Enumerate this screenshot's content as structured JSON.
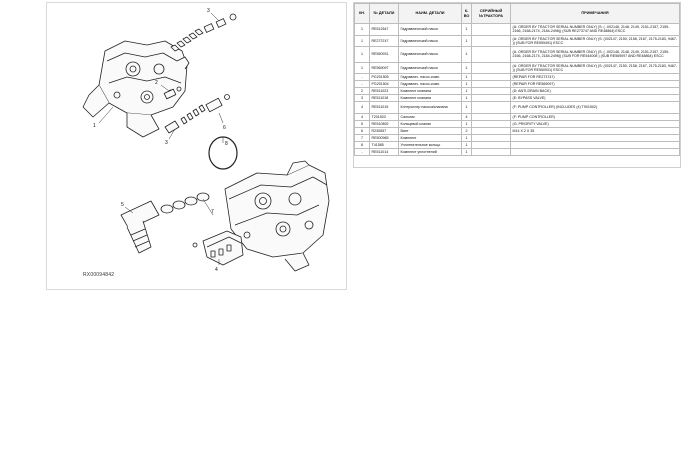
{
  "figure": {
    "id": "RX00094842"
  },
  "callouts": [
    "1",
    "2",
    "3",
    "4",
    "5",
    "6",
    "7",
    "8"
  ],
  "table": {
    "headers": [
      "КН.",
      "№ ДЕТАЛИ",
      "НАИМ. ДЕТАЛИ",
      "К-ВО",
      "СЕРИЙНЫЙ №ТРАКТОРА",
      "ПРИМЕЧАНИЯ"
    ],
    "rows": [
      {
        "key": "1",
        "part": "RE512647",
        "name": "Гидравлический насос",
        "qty": "1",
        "serial": "",
        "notes": "(A: ORDER BY TRACTOR SERIAL NUMBER ONLY) (S: ( -002146, 2148, 2149, 2151-2157, 2159-2166, 2168-2174, 2184-2496)) (SUB RE273747 AND RE48864) ESCC"
      },
      {
        "key": "1",
        "part": "RE273747",
        "name": "Гидравлический насос",
        "qty": "1",
        "serial": "",
        "notes": "(A: ORDER BY TRACTOR SERIAL NUMBER ONLY) (S: (002147, 2150, 2158, 2167, 2175-2183, 9467- )) (SUB FOR RE559491) ESCC"
      },
      {
        "key": "1",
        "part": "RE550931",
        "name": "Гидравлический насос",
        "qty": "1",
        "serial": "",
        "notes": "(A: ORDER BY TRACTOR SERIAL NUMBER ONLY) (S: ( -002146, 2148, 2149, 2151-2157, 2159-2166, 2168-2174, 2184-2496)) (SUB FOR RE544008 ) (SUB RE569097 AND RE48864) ESCC"
      },
      {
        "key": "1",
        "part": "RE569097",
        "name": "Гидравлический насос",
        "qty": "1",
        "serial": "",
        "notes": "(A: ORDER BY TRACTOR SERIAL NUMBER ONLY) (S: (002147, 2150, 2158, 2167, 2175-2183, 9467- )) (SUB FOR RE550931) ESCC"
      },
      {
        "key": "-",
        "part": "PG201505",
        "name": "Гидравлич. насос-комп.",
        "qty": "1",
        "serial": "",
        "notes": "(REPAIR FOR RE273747)"
      },
      {
        "key": "-",
        "part": "PG201504",
        "name": "Гидравлич. насос-комп.",
        "qty": "1",
        "serial": "",
        "notes": "(REPAIR FOR RE569097)"
      },
      {
        "key": "2",
        "part": "RE511023",
        "name": "Комплект клапана",
        "qty": "1",
        "serial": "",
        "notes": "(D: ANTI-DRAIN BACK)"
      },
      {
        "key": "3",
        "part": "RE511018",
        "name": "Комплект клапана",
        "qty": "1",
        "serial": "",
        "notes": "(E: BYPASS VALVE)"
      },
      {
        "key": "4",
        "part": "RE511015",
        "name": "Контроллер насоса/клапана",
        "qty": "1",
        "serial": "",
        "notes": "(F: PUMP CONTROLLER) (INCLUDES (4) T901502)"
      },
      {
        "key": "4",
        "part": "T201503",
        "name": "Сальник",
        "qty": "4",
        "serial": "",
        "notes": "(F: PUMP CONTROLLER)"
      },
      {
        "key": "5",
        "part": "RE510892",
        "name": "Кольцевой клапан",
        "qty": "1",
        "serial": "",
        "notes": "(G: PRIORITY VALVE)"
      },
      {
        "key": "6",
        "part": "R230657",
        "name": "Винт",
        "qty": "2",
        "serial": "",
        "notes": "M14 X 2 X 35"
      },
      {
        "key": "7",
        "part": "RE500965",
        "name": "Комплект",
        "qty": "1",
        "serial": "",
        "notes": ""
      },
      {
        "key": "8",
        "part": "T41585",
        "name": "Уплотнительное кольцо",
        "qty": "1",
        "serial": "",
        "notes": ""
      },
      {
        "key": "-",
        "part": "RE511014",
        "name": "Комплект уплотнений",
        "qty": "1",
        "serial": "",
        "notes": ""
      }
    ]
  }
}
